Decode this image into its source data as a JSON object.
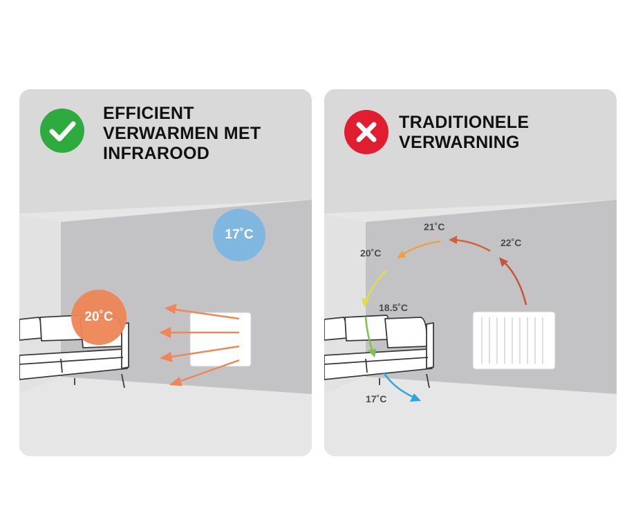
{
  "colors": {
    "check_green": "#2eab3e",
    "cross_red": "#e01e2f",
    "warm_orange": "#ef8657",
    "cool_blue": "#7fb7e1",
    "arrow_red": "#c9523a",
    "arrow_orange": "#eca144",
    "arrow_yellow": "#e4db4b",
    "arrow_green": "#7dc24b",
    "arrow_blue": "#27a7e1"
  },
  "left_panel": {
    "title_lines": [
      "EFFICIENT",
      "VERWARMEN MET",
      "INFRAROOD"
    ],
    "badge_icon": "checkmark-icon",
    "temp_room": "20˚C",
    "temp_ceiling": "17˚C"
  },
  "right_panel": {
    "title_lines": [
      "TRADITIONELE",
      "VERWARNING"
    ],
    "badge_icon": "cross-icon",
    "temps": [
      "22˚C",
      "21˚C",
      "20˚C",
      "18.5˚C",
      "17˚C"
    ]
  }
}
